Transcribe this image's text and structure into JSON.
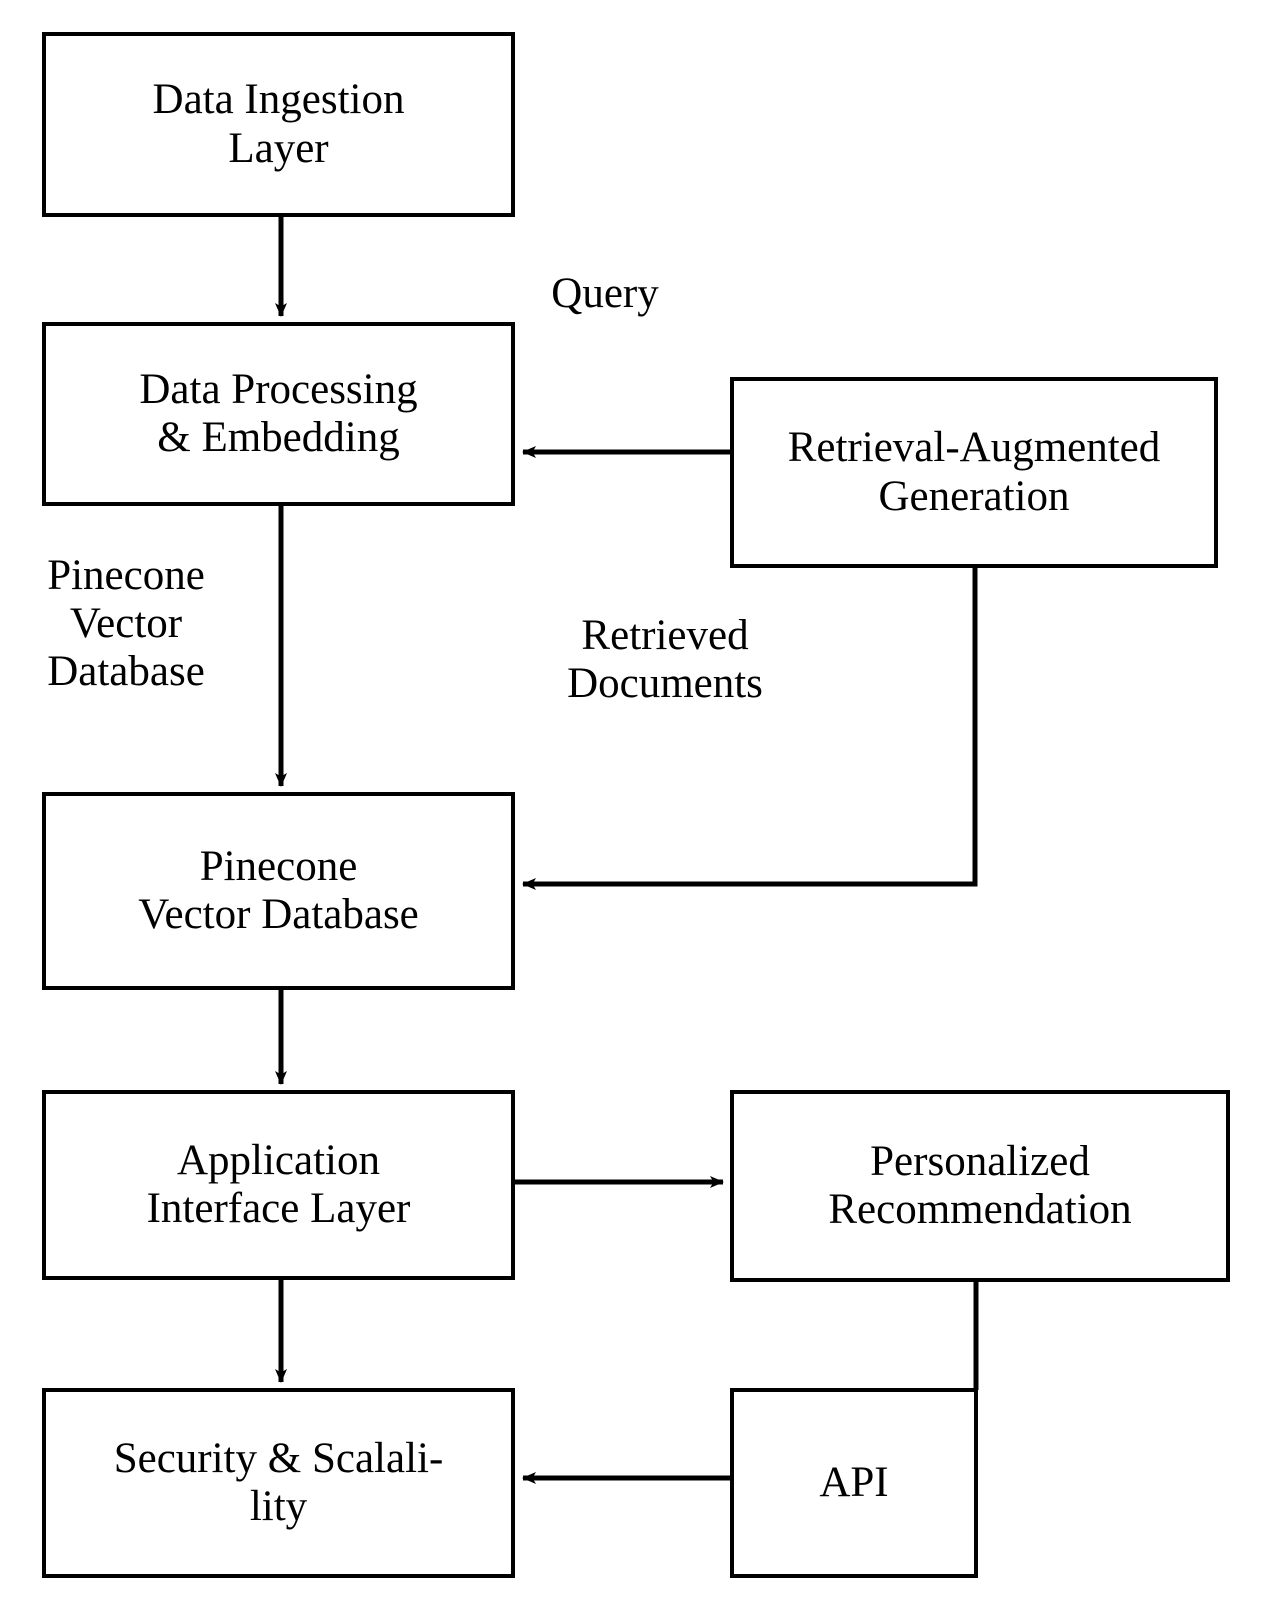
{
  "diagram": {
    "title_present": false,
    "background_color": "#ffffff",
    "line_color": "#000000",
    "nodes": [
      {
        "id": "ingest",
        "label": "Data Ingestion\nLayer"
      },
      {
        "id": "process",
        "label": "Data Processing\n& Embedding"
      },
      {
        "id": "rag",
        "label": "Retrieval-Augmented\nGeneration"
      },
      {
        "id": "pinecone",
        "label": "Pinecone\nVector Database"
      },
      {
        "id": "appiface",
        "label": "Application\nInterface Layer"
      },
      {
        "id": "personal",
        "label": "Personalized\nRecommendation"
      },
      {
        "id": "security",
        "label": "Security & Scalali-\nlity"
      },
      {
        "id": "api",
        "label": "API"
      }
    ],
    "edge_labels": [
      {
        "id": "query",
        "text": "Query"
      },
      {
        "id": "pinevec",
        "text": "Pinecone\nVector\nDatabase"
      },
      {
        "id": "retrdocs",
        "text": "Retrieved\nDocuments"
      }
    ],
    "edges": [
      {
        "from": "ingest",
        "to": "process",
        "label": "",
        "style": "arrow-down"
      },
      {
        "from": "rag",
        "to": "process",
        "label": "Query",
        "style": "arrow-left"
      },
      {
        "from": "process",
        "to": "pinecone",
        "label": "Pinecone Vector Database",
        "style": "arrow-down"
      },
      {
        "from": "rag",
        "to": "pinecone",
        "label": "Retrieved Documents",
        "style": "elbow-arrow-left"
      },
      {
        "from": "pinecone",
        "to": "appiface",
        "label": "",
        "style": "arrow-down"
      },
      {
        "from": "appiface",
        "to": "personal",
        "label": "",
        "style": "arrow-right"
      },
      {
        "from": "appiface",
        "to": "security",
        "label": "",
        "style": "arrow-down"
      },
      {
        "from": "personal",
        "to": "api",
        "label": "",
        "style": "elbow-down"
      },
      {
        "from": "api",
        "to": "security",
        "label": "",
        "style": "arrow-left"
      }
    ]
  }
}
